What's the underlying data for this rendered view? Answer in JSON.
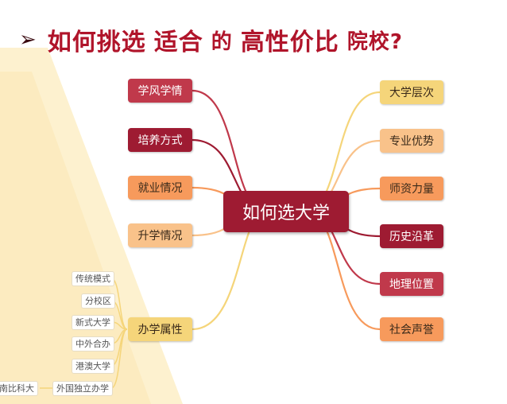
{
  "title": {
    "arrow": "➢",
    "part1": "如何挑选",
    "part2": "适合",
    "part3": "的",
    "part4": "高性价比",
    "part5": "院校?"
  },
  "center": "如何选大学",
  "left_nodes": [
    "学风学情",
    "培养方式",
    "就业情况",
    "升学情况",
    "办学属性"
  ],
  "right_nodes": [
    "大学层次",
    "专业优势",
    "师资力量",
    "历史沿革",
    "地理位置",
    "社会声誉"
  ],
  "sub_nodes": [
    "传统模式",
    "分校区",
    "新式大学",
    "中外合办",
    "港澳大学",
    "外国独立办学",
    "南比科大"
  ],
  "colors": {
    "title_red": "#b0142a",
    "dark_red": "#9e1b32",
    "crimson": "#c0394b",
    "orange": "#f7a35c",
    "light_orange": "#f9c28a",
    "yellow": "#f5d57a",
    "wedge": "#fdf3d6"
  }
}
